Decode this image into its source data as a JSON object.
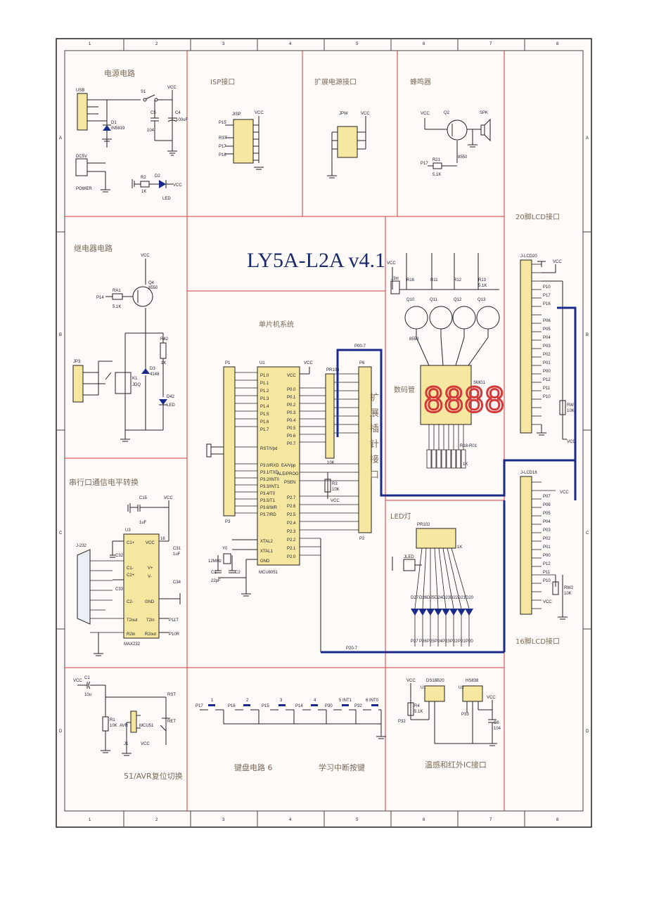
{
  "title": "LY5A-L2A v4.1",
  "border": {
    "cols": [
      "1",
      "2",
      "3",
      "4",
      "5",
      "6",
      "7",
      "8"
    ],
    "rows": [
      "A",
      "B",
      "C",
      "D"
    ]
  },
  "sections": {
    "power": "电源电路",
    "isp": "ISP接口",
    "ext_power": "扩展电源接口",
    "buzzer": "蜂鸣器",
    "lcd20": "20脚LCD接口",
    "relay": "继电器电路",
    "mcu": "单片机系统",
    "seg7": "数码管",
    "serial": "串行口通信电平转换",
    "led": "LED灯",
    "lcd16": "16脚LCD接口",
    "reset": "51/AVR复位切换",
    "keyboard": "键盘电路 6",
    "interrupt_keys": "学习中断按键",
    "sensor": "温感和红外IC接口",
    "expansion": [
      "扩",
      "展",
      "插",
      "针",
      "接",
      "口"
    ]
  },
  "parts": {
    "power": [
      "USB",
      "S1",
      "VCC",
      "C5",
      "104",
      "C4",
      "100uF",
      "D1",
      "IN5819",
      "DC5V",
      "POWER",
      "R2",
      "1K",
      "D2",
      "LED",
      "VCC"
    ],
    "isp": [
      "JISP",
      "VCC",
      "P15",
      "RST",
      "P17",
      "P16"
    ],
    "ext_power": [
      "JPW",
      "VCC"
    ],
    "buzzer": [
      "VCC",
      "Q2",
      "8550",
      "SPK",
      "P17",
      "R21",
      "5.1K"
    ],
    "relay": [
      "VCC",
      "P14",
      "RA1",
      "5.1K",
      "Q4",
      "8550",
      "JP3",
      "K1",
      "JDQ",
      "R42",
      "1K",
      "D3",
      "4148",
      "D42",
      "LED"
    ],
    "mcu": [
      "U1",
      "P1.0",
      "P1.1",
      "P1.2",
      "P1.3",
      "P1.4",
      "P1.5",
      "P1.6",
      "P1.7",
      "RST/Vpd",
      "P3.0/RXD",
      "P3.1/TXD",
      "P3.2/INT0",
      "P3.3/INT1",
      "P3.4/T0",
      "P3.5/T1",
      "P3.6/WR",
      "P3.7/RD",
      "XTAL2",
      "XTAL1",
      "GND",
      "VCC",
      "P0.0",
      "P0.1",
      "P0.2",
      "P0.3",
      "P0.4",
      "P0.5",
      "P0.6",
      "P0.7",
      "EA/Vpp",
      "ALE/PROG",
      "PSEN",
      "P2.7",
      "P2.6",
      "P2.5",
      "P2.4",
      "P2.3",
      "P2.2",
      "P2.1",
      "P2.0",
      "MCU8051",
      "Y0",
      "12MHz",
      "C1",
      "C2",
      "22pF",
      "P1",
      "P3",
      "PR103",
      "10K",
      "P6",
      "P2",
      "VCC",
      "R3",
      "10K",
      "VCC"
    ],
    "seg7": [
      "VCC",
      "J3H",
      "R16",
      "R11",
      "R12",
      "R13",
      "5.1K",
      "Q10",
      "Q11",
      "Q12",
      "Q13",
      "8550",
      "SMG1",
      "R18-R01",
      "1K"
    ],
    "lcd20": [
      "J-LCD20",
      "VCC",
      "P10",
      "P17",
      "P16",
      "P06",
      "P05",
      "P04",
      "P03",
      "P02",
      "P01",
      "P00",
      "P12",
      "P11",
      "P10",
      "RW1",
      "10K",
      "VCC"
    ],
    "serial": [
      "C15",
      "1uF",
      "VCC",
      "U3",
      "C1+",
      "VCC",
      "C1-",
      "C2+",
      "C2-",
      "T2out",
      "R2in",
      "V+",
      "V-",
      "GND",
      "T2in",
      "R2out",
      "C31",
      "C32",
      "C33",
      "C34",
      "1uF",
      "16",
      "P11T",
      "P10R",
      "MAX232",
      "J-232"
    ],
    "led": [
      "PR102",
      "1K",
      "JLED",
      "D27",
      "D26",
      "D25",
      "D24",
      "D23",
      "D22",
      "D21",
      "D20",
      "P27",
      "P26",
      "P25",
      "P24",
      "P23",
      "P22",
      "P21",
      "P20"
    ],
    "lcd16": [
      "J-LCD16",
      "VCC",
      "P07",
      "P06",
      "P05",
      "P04",
      "P03",
      "P02",
      "P01",
      "P00",
      "P12",
      "P11",
      "P10",
      "RW2",
      "10K",
      "VCC"
    ],
    "reset": [
      "VCC",
      "C1",
      "10u",
      "R1",
      "10K",
      "AVR",
      "MCU51",
      "J1",
      "RST",
      "RET",
      "VCC"
    ],
    "keyboard": [
      "P17",
      "1",
      "P16",
      "2",
      "P15",
      "3",
      "P14",
      "4",
      "P30",
      "5 INT1",
      "P32",
      "6 INT0"
    ],
    "sensor": [
      "VCC",
      "DS18B20",
      "U1",
      "U2",
      "HS838",
      "VCC",
      "R4",
      "5.1K",
      "P32",
      "P33",
      "C6",
      "104"
    ]
  },
  "nets": [
    "P00-7",
    "P20-7"
  ]
}
